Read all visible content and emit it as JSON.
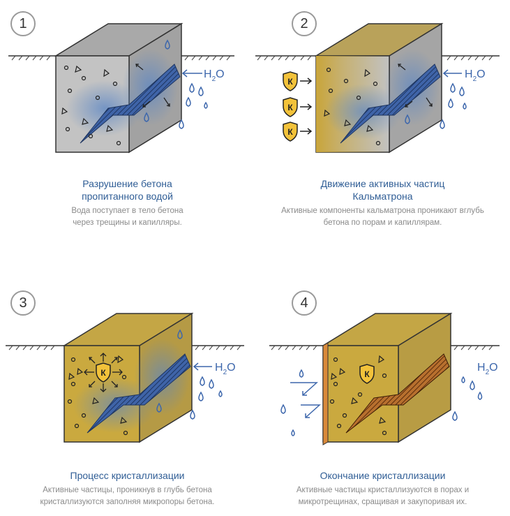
{
  "panels": [
    {
      "number": "1",
      "title": "Разрушение бетона\nпропитанного водой",
      "description": "Вода поступает в тело бетона\nчерез трещины и капилляры.",
      "h2o": [
        "H",
        "2",
        "O"
      ]
    },
    {
      "number": "2",
      "title": "Движение активных частиц\nКальматрона",
      "description": "Активные компоненты кальматрона проникают вглубь\nбетона по порам и капиллярам.",
      "h2o": [
        "H",
        "2",
        "O"
      ],
      "shield_letter": "К"
    },
    {
      "number": "3",
      "title": "Процесс кристаллизации",
      "description": "Активные частицы, проникнув в глубь бетона\nкристаллизуются заполняя микропоры бетона.",
      "h2o": [
        "H",
        "2",
        "O"
      ],
      "shield_letter": "К"
    },
    {
      "number": "4",
      "title": "Окончание кристаллизации",
      "description": "Активные частицы кристаллизуются в порах и\nмикротрещинах, сращивая и закупоривая их.",
      "h2o": [
        "H",
        "2",
        "O"
      ],
      "shield_letter": "К"
    }
  ],
  "colors": {
    "title": "#2f5d95",
    "text": "#8a8a8a",
    "water": "#3d67ac",
    "concrete": "#bdbdbd",
    "kalmatron": "#c9a53a",
    "shield": "#f2c23a"
  }
}
